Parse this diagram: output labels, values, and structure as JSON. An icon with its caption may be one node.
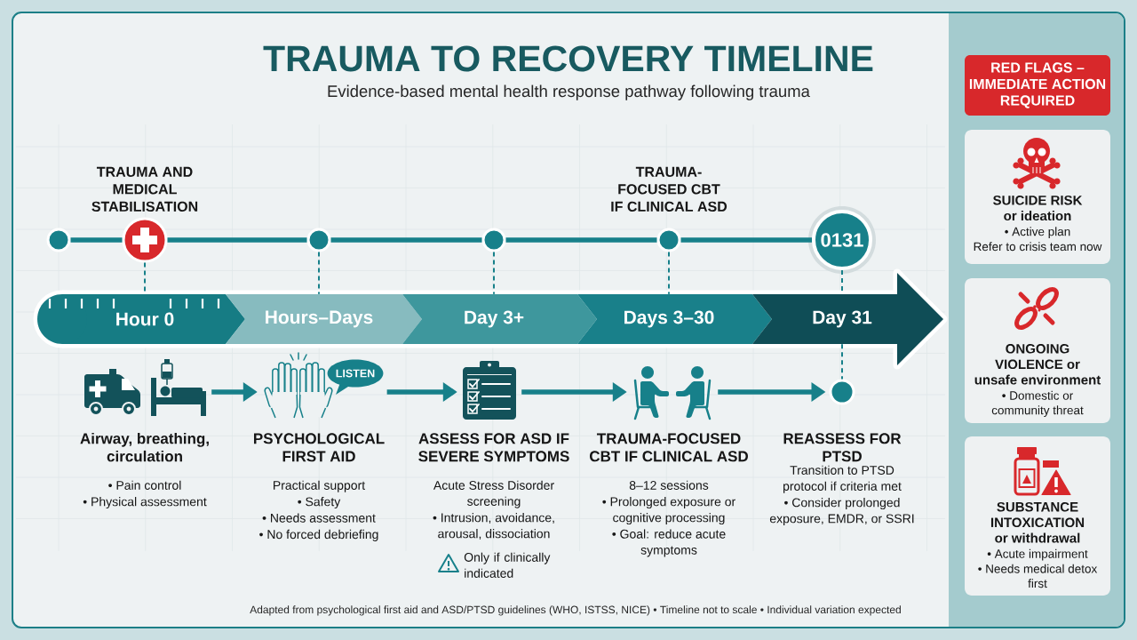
{
  "diagram": {
    "title": "TRAUMA TO RECOVERY TIMELINE",
    "caption": "Adapted from psychological first aid and ASD/PTSD guidelines (WHO, ISTSS, NICE) • Timeline not to scale • Individual variation expected",
    "nodes": [
      {
        "text": [],
        "shape": "circle"
      },
      {
        "text": [],
        "shape": "circle",
        "beside": [
          "TRAUMA AND MEDICAL STABILISATION"
        ]
      },
      {
        "text": [],
        "shape": "circle"
      },
      {
        "text": [],
        "shape": "circle"
      },
      {
        "text": [],
        "shape": "circle",
        "beside": [
          "TRAUMA-FOCUSED CBT IF CLINICAL ASD"
        ]
      },
      {
        "text": [
          "0131"
        ]
      },
      {
        "text": [
          "Hour 0"
        ]
      },
      {
        "text": [
          "Hours–Days"
        ]
      },
      {
        "text": [
          "Day 3+"
        ]
      },
      {
        "text": [
          "Days 3–30"
        ]
      },
      {
        "text": [
          "Day 31"
        ]
      },
      {
        "text": [],
        "shape": "picture",
        "beside": [
          "Airway, breathing, circulation",
          "• Pain control",
          "• Physical assessment"
        ]
      },
      {
        "text": [],
        "shape": "picture",
        "beside": [
          "PSYCHOLOGICAL FIRST AID",
          "Practical support",
          "• Safety",
          "• Needs assessment",
          "• No forced debriefing"
        ]
      },
      {
        "text": [
          "LISTEN"
        ]
      },
      {
        "text": [],
        "shape": "picture",
        "beside": [
          "ASSESS FOR ASD IF SEVERE SYMPTOMS",
          "Acute Stress Disorder screening",
          "• Intrusion, avoidance, arousal, dissociation",
          "Only if clinically indicated"
        ]
      },
      {
        "text": [],
        "shape": "picture",
        "beside": [
          "TRAUMA-FOCUSED CBT IF CLINICAL ASD",
          "8–12 sessions",
          "• Prolonged exposure or cognitive processing",
          "• Goal: reduce acute symptoms"
        ]
      },
      {
        "text": [],
        "shape": "circle",
        "beside": [
          "REASSESS FOR PTSD",
          "Transition to PTSD protocol if criteria met",
          "• Consider prolonged exposure, EMDR, or SSRI"
        ]
      },
      {
        "text": [],
        "shape": "box"
      },
      {
        "text": [
          "RED FLAGS – IMMEDIATE ACTION REQUIRED"
        ],
        "in": 17
      },
      {
        "text": [
          "SUICIDE RISK or ideation",
          "• Active plan",
          "Refer to crisis team now"
        ],
        "in": 17
      },
      {
        "text": [
          "ONGOING VIOLENCE or unsafe environment",
          "• Domestic or community threat"
        ],
        "in": 17
      },
      {
        "text": [
          "SUBSTANCE INTOXICATION or withdrawal",
          "• Acute impairment",
          "• Needs medical detox first"
        ],
        "in": 17
      }
    ],
    "edges": [
      {
        "from": 0,
        "to": 1,
        "arrow": "none"
      },
      {
        "from": 1,
        "to": 2,
        "arrow": "none"
      },
      {
        "from": 2,
        "to": 3,
        "arrow": "none"
      },
      {
        "from": 3,
        "to": 4,
        "arrow": "none"
      },
      {
        "from": 4,
        "to": 5,
        "arrow": "none"
      },
      {
        "from": 1,
        "to": 6,
        "arrow": "none",
        "style": "dashed"
      },
      {
        "from": 2,
        "to": 7,
        "arrow": "none",
        "style": "dashed"
      },
      {
        "from": 3,
        "to": 8,
        "arrow": "none",
        "style": "dashed"
      },
      {
        "from": 4,
        "to": 9,
        "arrow": "none",
        "style": "dashed"
      },
      {
        "from": 5,
        "to": 10,
        "arrow": "none",
        "style": "dashed"
      },
      {
        "from": 10,
        "to": 16,
        "arrow": "none",
        "style": "dashed"
      },
      {
        "from": 11,
        "to": 12,
        "arrow": "to"
      },
      {
        "from": 13,
        "to": 14,
        "arrow": "to"
      },
      {
        "from": 14,
        "to": 15,
        "arrow": "to"
      },
      {
        "from": 15,
        "to": 16,
        "arrow": "to"
      }
    ],
    "labels": [
      "Evidence-based mental health response pathway following trauma"
    ]
  }
}
